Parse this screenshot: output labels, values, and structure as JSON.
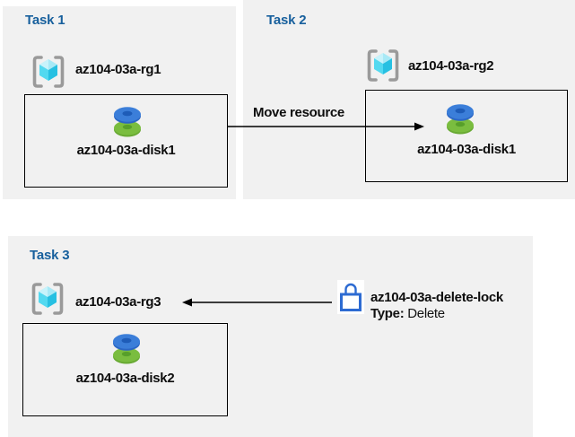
{
  "task1": {
    "title": "Task 1",
    "resource_group": "az104-03a-rg1",
    "disk": "az104-03a-disk1"
  },
  "task2": {
    "title": "Task 2",
    "resource_group": "az104-03a-rg2",
    "disk": "az104-03a-disk1",
    "arrow_label": "Move resource"
  },
  "task3": {
    "title": "Task 3",
    "resource_group": "az104-03a-rg3",
    "disk": "az104-03a-disk2",
    "lock": {
      "name": "az104-03a-delete-lock",
      "type_label": "Type:",
      "type_value": "Delete"
    }
  },
  "colors": {
    "panel_bg": "#f1f1f1",
    "heading_blue": "#18609d",
    "lock_blue": "#2d6bd2",
    "arrow_black": "#000000",
    "disk_blue": "#3b7ed9",
    "disk_green": "#7abd3f",
    "cube_cyan": "#53d9f0",
    "bracket_gray": "#9a9a9a"
  }
}
